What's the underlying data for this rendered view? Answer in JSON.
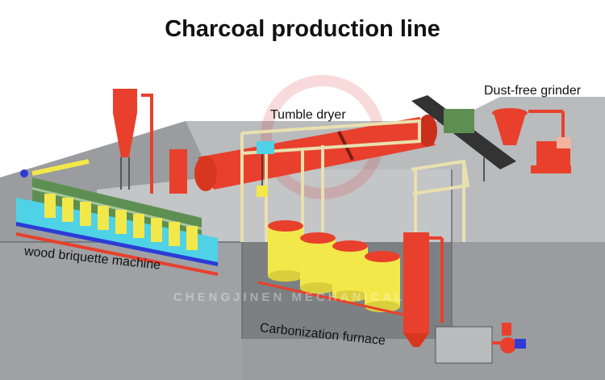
{
  "title": "Charcoal production line",
  "labels": {
    "tumble_dryer": "Tumble dryer",
    "grinder": "Dust-free grinder",
    "briquette": "wood briquette machine",
    "furnace": "Carbonization furnace"
  },
  "watermark": "CHENGJINEN MECHANICAL",
  "colors": {
    "ground": "#8c8f92",
    "ground_light": "#b4b6b8",
    "red": "#e8402c",
    "yellow": "#f2e84a",
    "green": "#5e8f52",
    "cyan": "#4fd2e6",
    "blue": "#2d3bd6",
    "gantry": "#e9e0b0"
  }
}
